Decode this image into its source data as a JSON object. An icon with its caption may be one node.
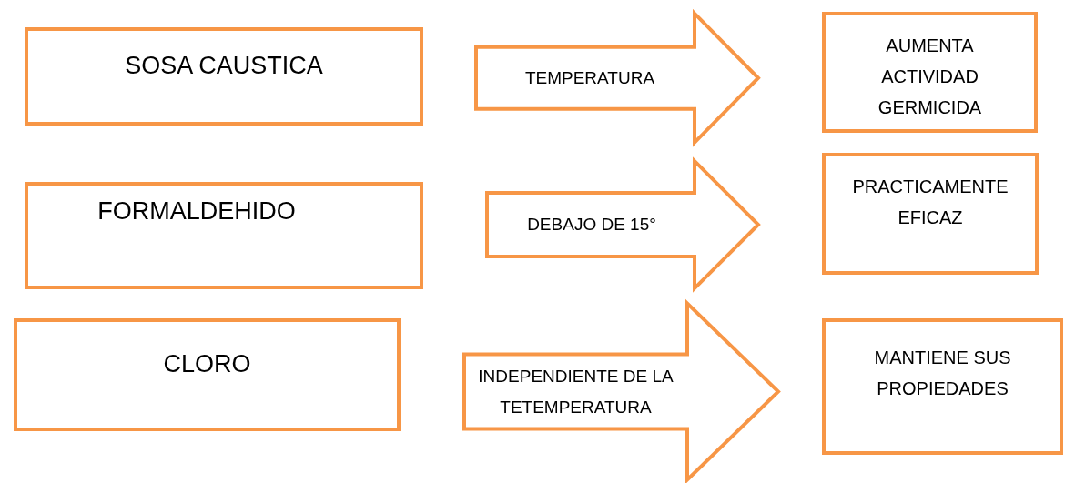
{
  "diagram": {
    "nodes": [
      {
        "text": [
          "SOSA CAUSTICA"
        ]
      },
      {
        "text": [
          "AUMENTA ACTIVIDAD GERMICIDA"
        ]
      },
      {
        "text": [
          "FORMALDEHIDO"
        ]
      },
      {
        "text": [
          "PRACTICAMENTE EFICAZ"
        ]
      },
      {
        "text": [
          "CLORO"
        ]
      },
      {
        "text": [
          "MANTIENE SUS PROPIEDADES"
        ]
      }
    ],
    "edges": [
      {
        "from": 0,
        "to": 1,
        "arrow": "to",
        "label": "TEMPERATURA"
      },
      {
        "from": 2,
        "to": 3,
        "arrow": "to",
        "label": "DEBAJO DE 15°"
      },
      {
        "from": 4,
        "to": 5,
        "arrow": "to",
        "label": "INDEPENDIENTE DE LA TETEMPERATURA"
      }
    ]
  }
}
